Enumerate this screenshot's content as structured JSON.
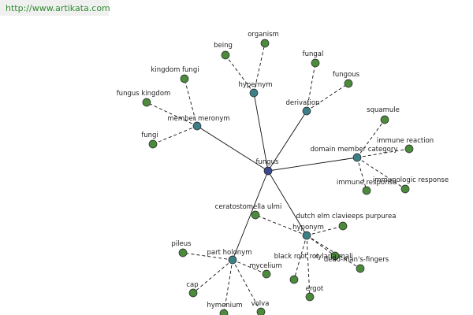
{
  "watermark": "http://www.artikata.com",
  "colors": {
    "center": "#3b4a8c",
    "relation": "#3d7f87",
    "leaf": "#4c8a3c",
    "edge": "#111111"
  },
  "graph": {
    "center": "fungus",
    "relations": [
      {
        "label": "hypernym",
        "children": [
          "being",
          "organism"
        ]
      },
      {
        "label": "derivation",
        "children": [
          "fungal",
          "fungous"
        ]
      },
      {
        "label": "member meronym",
        "children": [
          "kingdom fungi",
          "fungus kingdom",
          "fungi"
        ]
      },
      {
        "label": "domain member category",
        "children": [
          "squamule",
          "immune reaction",
          "immune response",
          "immunologic response"
        ]
      },
      {
        "label": "hyponym",
        "children": [
          "ceratostomella ulmi",
          "dutch elm clavieeps purpurea",
          "black root rot",
          "xylaria mali",
          "dead-man's-fingers",
          "ergot"
        ]
      },
      {
        "label": "part holonym",
        "children": [
          "pileus",
          "mycelium",
          "cap",
          "hymenium",
          "volva"
        ]
      }
    ]
  }
}
